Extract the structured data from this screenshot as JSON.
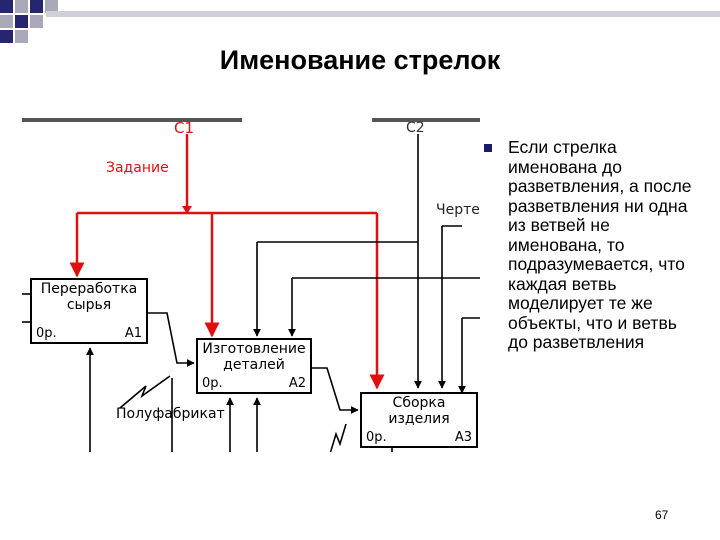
{
  "slide": {
    "title": "Именование стрелок",
    "page_number": "67"
  },
  "bullet": {
    "text": "Если стрелка именована до разветвления, а после разветвления ни одна из ветвей не именована, то подразумевается, что каждая ветвь моделирует те же объекты, что и ветвь до разветвления"
  },
  "diagram": {
    "labels": {
      "c1": "C1",
      "c2": "C2",
      "task": "Задание",
      "drawing": "Черте",
      "semi": "Полуфабрикат"
    },
    "boxes": [
      {
        "name": "Переработка\nсырья",
        "cost": "0р.",
        "num": "A1"
      },
      {
        "name": "Изготовление\nдеталей",
        "cost": "0р.",
        "num": "A2"
      },
      {
        "name": "Сборка\nизделия",
        "cost": "0р.",
        "num": "A3"
      }
    ]
  },
  "colors": {
    "arrow_red": "#e01010",
    "bullet": "#1a1a6a",
    "corner_blue": "#26266e",
    "corner_gray": "#a8a8b8"
  }
}
